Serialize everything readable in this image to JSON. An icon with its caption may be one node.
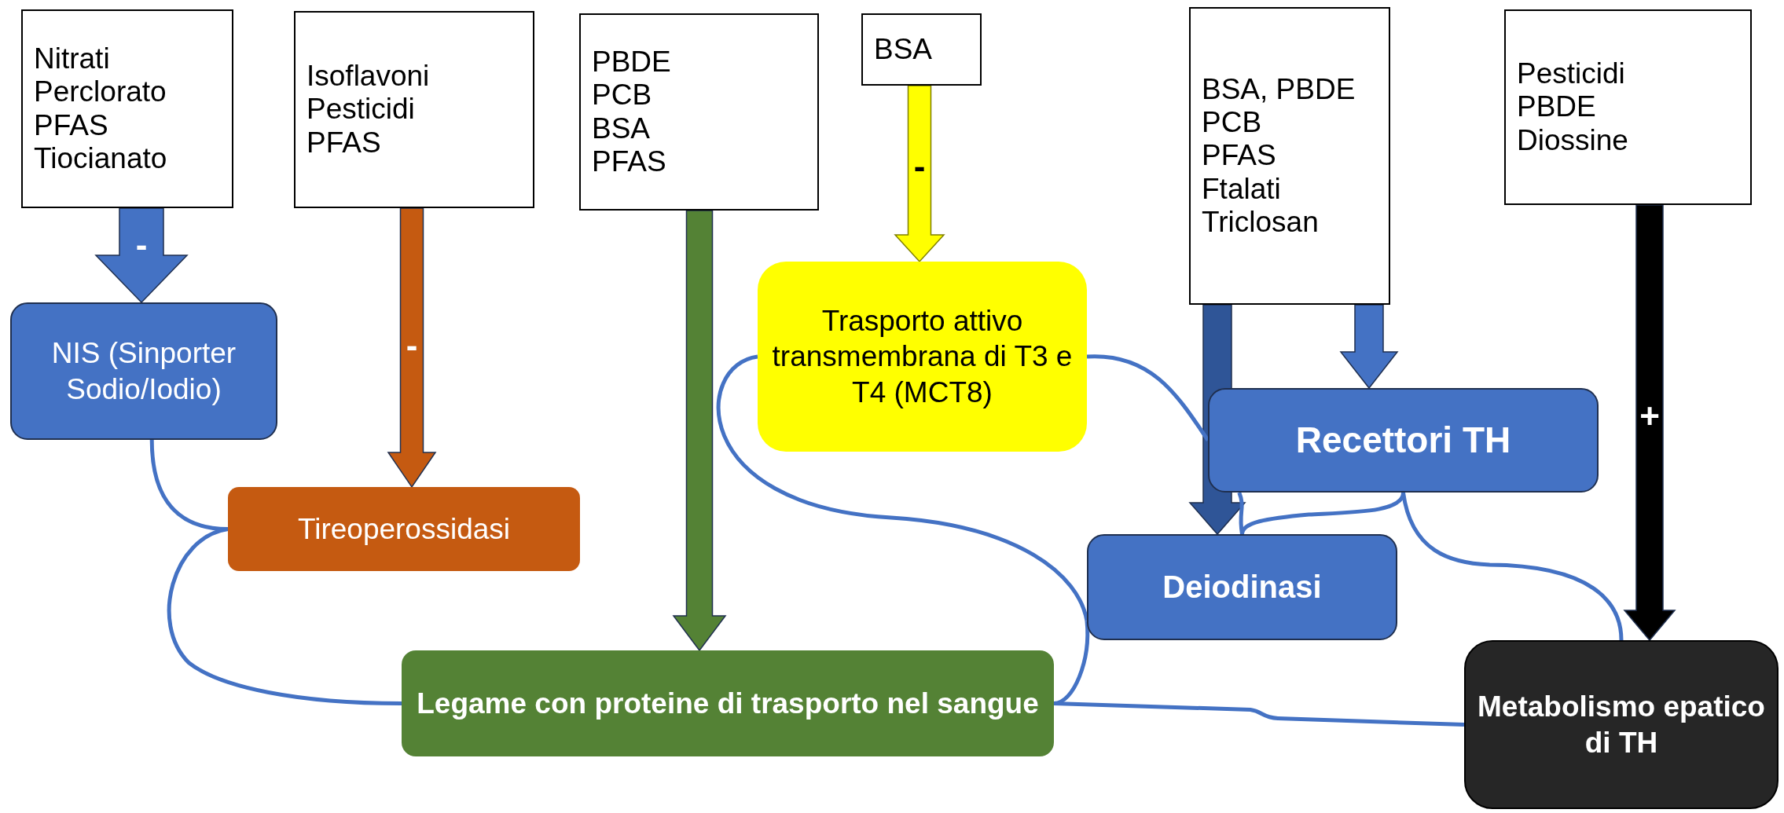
{
  "diagram": {
    "nodes": [
      {
        "text": [
          "Nitrati Perclorato PFAS Tiocianato"
        ]
      },
      {
        "text": [
          "Isoflavoni Pesticidi PFAS"
        ]
      },
      {
        "text": [
          "PBDE PCB BSA PFAS"
        ]
      },
      {
        "text": [
          "BSA"
        ]
      },
      {
        "text": [
          "BSA, PBDE PCB PFAS Ftalati Triclosan"
        ]
      },
      {
        "text": [
          "Pesticidi PBDE Diossine"
        ]
      },
      {
        "text": [
          "NIS (Sinporter Sodio/Iodio)"
        ]
      },
      {
        "text": [
          "Trasporto attivo transmembrana di T3 e T4 (MCT8)"
        ]
      },
      {
        "text": [
          "Recettori TH"
        ]
      },
      {
        "text": [
          "Tireoperossidasi"
        ]
      },
      {
        "text": [
          "Deiodinasi"
        ]
      },
      {
        "text": [
          "Legame con proteine di trasporto nel sangue"
        ]
      },
      {
        "text": [
          "Metabolismo epatico di TH"
        ]
      }
    ],
    "edges": [
      {
        "from": 0,
        "to": 6,
        "arrow": "to",
        "label": "-",
        "style": "thick"
      },
      {
        "from": 1,
        "to": 9,
        "arrow": "to",
        "label": "-",
        "style": "thick",
        "color": "#c55a11"
      },
      {
        "from": 2,
        "to": 11,
        "arrow": "to",
        "style": "thick",
        "color": "#548235"
      },
      {
        "from": 3,
        "to": 7,
        "arrow": "to",
        "label": "-",
        "style": "thick",
        "color": "#ffff00"
      },
      {
        "from": 4,
        "to": 10,
        "arrow": "to",
        "style": "thick",
        "color": "#2f5597"
      },
      {
        "from": 4,
        "to": 8,
        "arrow": "to",
        "style": "thick"
      },
      {
        "from": 5,
        "to": 12,
        "arrow": "to",
        "label": "+",
        "style": "thick",
        "color": "#000000"
      },
      {
        "from": 6,
        "to": 9,
        "arrow": "none"
      },
      {
        "from": 9,
        "to": 11,
        "arrow": "none"
      },
      {
        "from": 7,
        "to": 10,
        "arrow": "none"
      },
      {
        "from": 10,
        "to": 11,
        "arrow": "none"
      },
      {
        "from": 7,
        "to": 8,
        "arrow": "none"
      },
      {
        "from": 8,
        "to": 10,
        "arrow": "none"
      },
      {
        "from": 8,
        "to": 10,
        "arrow": "none"
      },
      {
        "from": 8,
        "to": 12,
        "arrow": "none"
      },
      {
        "from": 11,
        "to": 12,
        "arrow": "none"
      }
    ]
  }
}
